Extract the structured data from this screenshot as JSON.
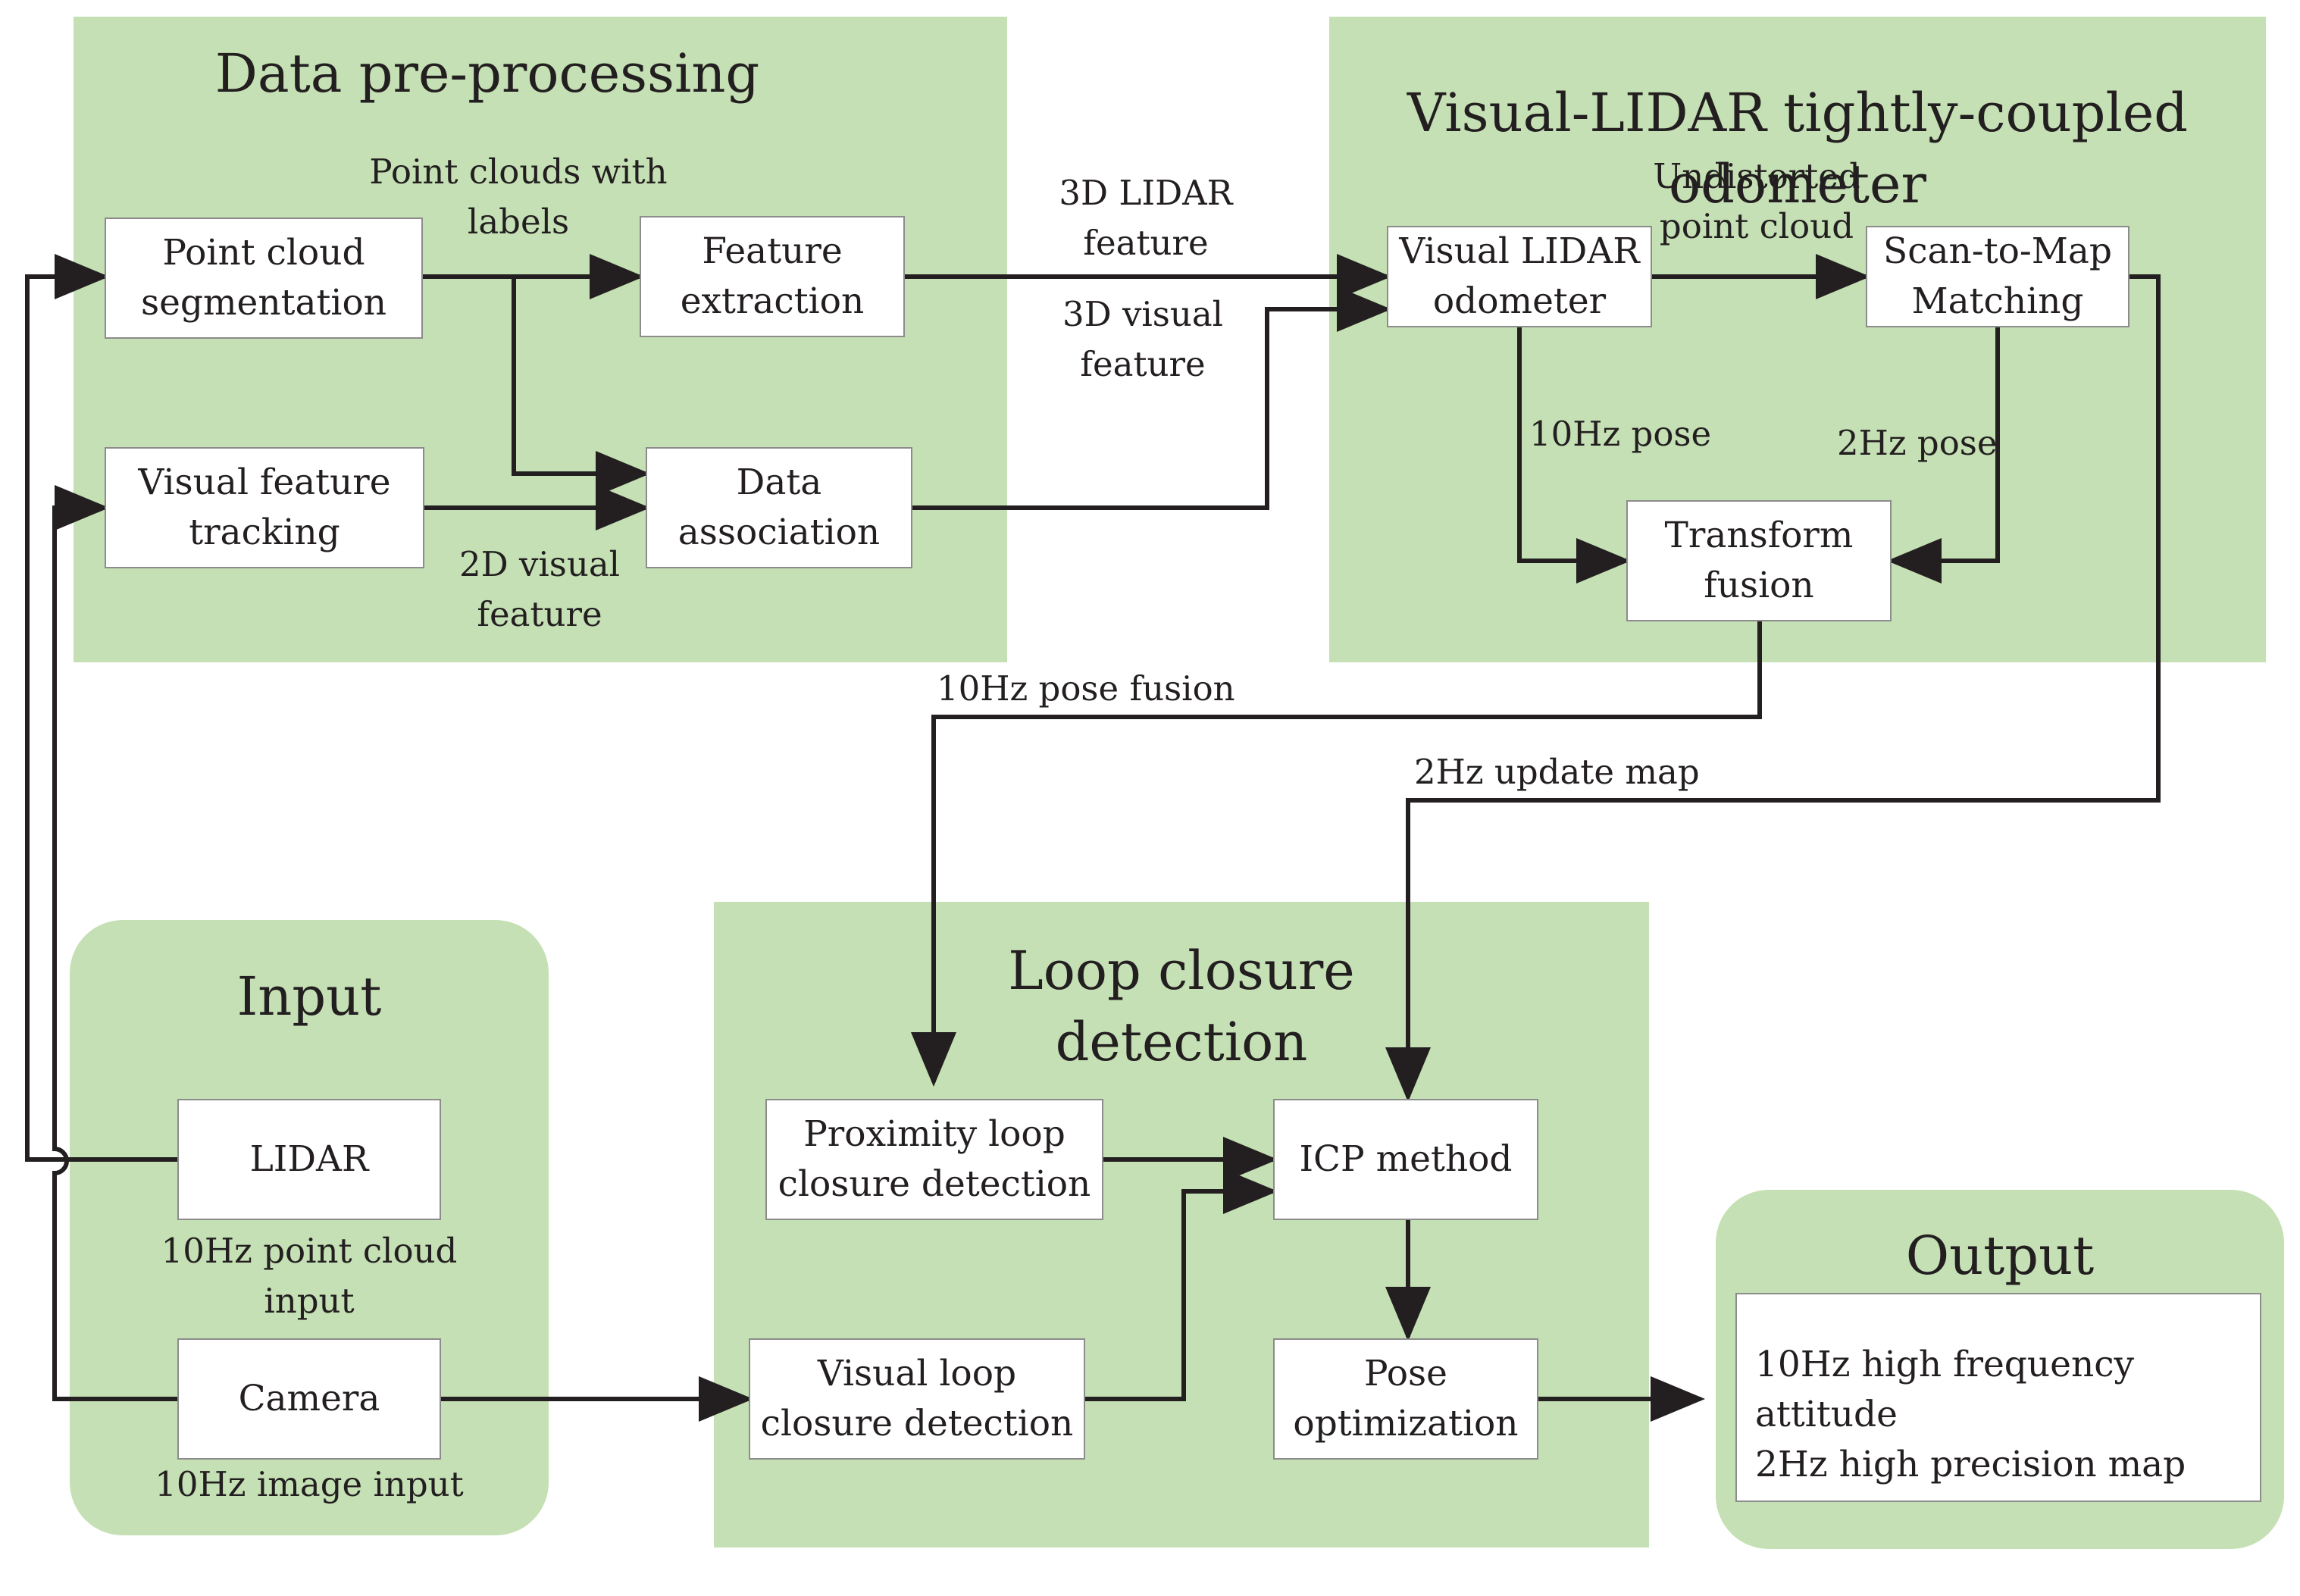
{
  "regions": {
    "data_preprocessing": "Data pre-processing",
    "odometer": "Visual-LIDAR tightly-coupled odometer",
    "input": "Input",
    "loop_closure": "Loop closure\ndetection",
    "output": "Output"
  },
  "boxes": {
    "point_cloud_segmentation": "Point cloud\nsegmentation",
    "feature_extraction": "Feature\nextraction",
    "visual_feature_tracking": "Visual feature\ntracking",
    "data_association": "Data\nassociation",
    "visual_lidar_odometer": "Visual LIDAR\nodometer",
    "scan_to_map": "Scan-to-Map\nMatching",
    "transform_fusion": "Transform\nfusion",
    "lidar": "LIDAR",
    "camera": "Camera",
    "proximity_loop": "Proximity loop\nclosure detection",
    "visual_loop": "Visual loop\nclosure detection",
    "icp_method": "ICP method",
    "pose_optimization": "Pose\noptimization"
  },
  "output_lines": [
    "10Hz high frequency attitude",
    "2Hz high precision map"
  ],
  "labels": {
    "point_clouds_with_labels": "Point clouds with\nlabels",
    "lidar_3d_feature": "3D LIDAR\nfeature",
    "visual_3d_feature": "3D visual\nfeature",
    "visual_2d_feature": "2D visual\nfeature",
    "undistorted_point_cloud": "Undistorted\npoint cloud",
    "pose_10hz": "10Hz pose",
    "pose_2hz": "2Hz pose",
    "pose_fusion_10hz": "10Hz pose fusion",
    "update_map_2hz": "2Hz update map",
    "point_cloud_input": "10Hz point cloud input",
    "image_input": "10Hz image input"
  }
}
